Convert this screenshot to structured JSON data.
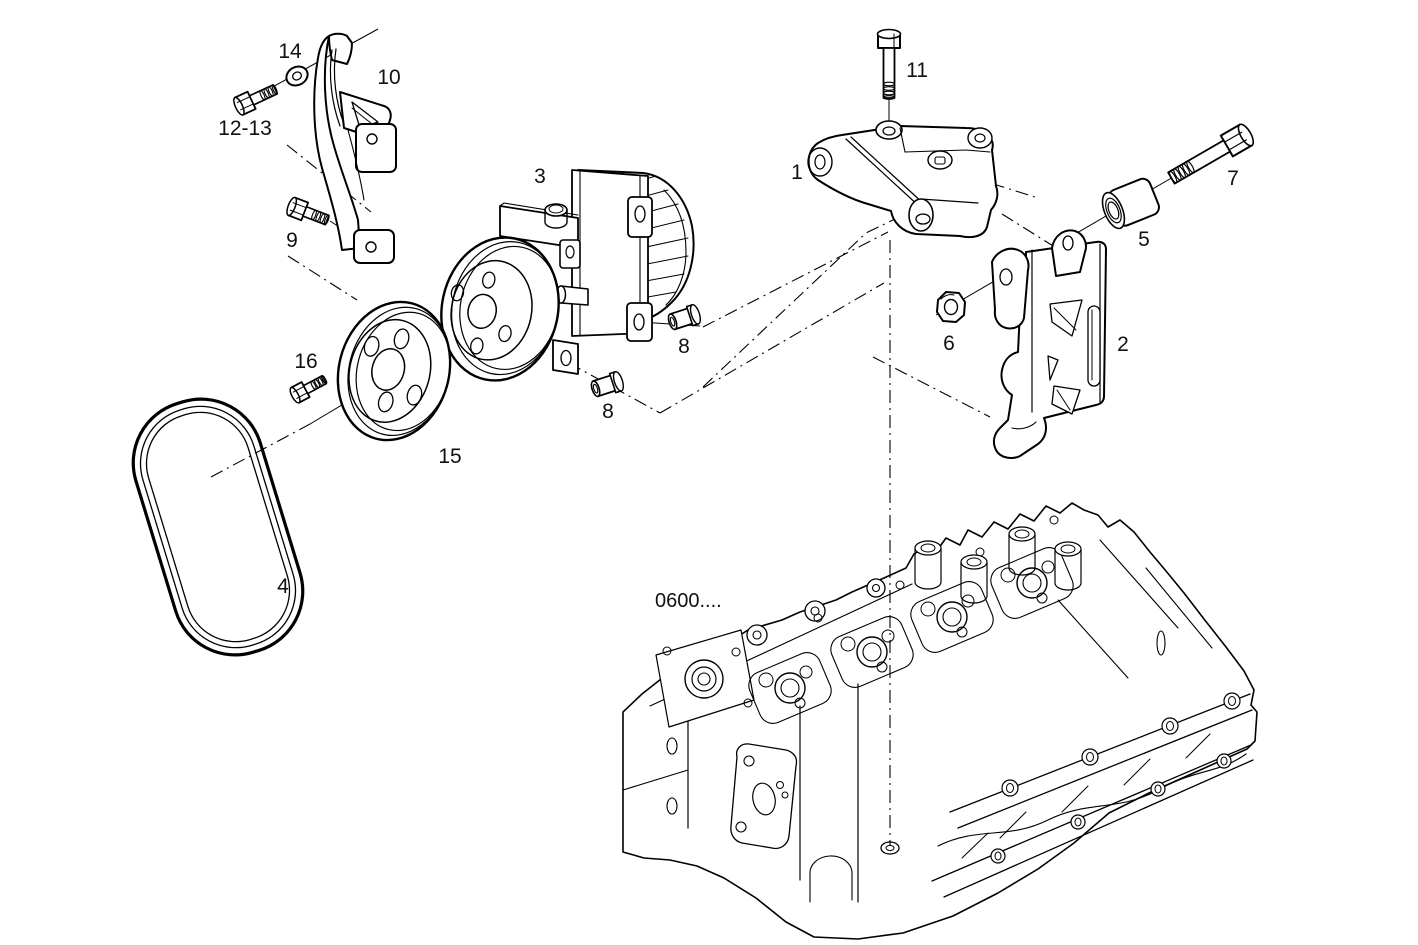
{
  "colors": {
    "background": "#ffffff",
    "line": "#000000",
    "text": "#111111"
  },
  "labels": {
    "p1": "1",
    "p2": "2",
    "p3": "3",
    "p4": "4",
    "p5": "5",
    "p6": "6",
    "p7": "7",
    "p8_upper": "8",
    "p8_lower": "8",
    "p9": "9",
    "p10": "10",
    "p11": "11",
    "p12_13": "12-13",
    "p14": "14",
    "p15": "15",
    "p16": "16",
    "ref": "0600...."
  },
  "parts": [
    {
      "id": "1",
      "name": "upper-mounting-bracket"
    },
    {
      "id": "2",
      "name": "side-mounting-bracket"
    },
    {
      "id": "3",
      "name": "compressor"
    },
    {
      "id": "4",
      "name": "drive-belt"
    },
    {
      "id": "5",
      "name": "spacer-bush"
    },
    {
      "id": "6",
      "name": "hex-nut"
    },
    {
      "id": "7",
      "name": "hex-bolt-long"
    },
    {
      "id": "8",
      "name": "rubber-bushing"
    },
    {
      "id": "9",
      "name": "hex-bolt"
    },
    {
      "id": "10",
      "name": "curved-support-bracket"
    },
    {
      "id": "11",
      "name": "cap-screw"
    },
    {
      "id": "12-13",
      "name": "hex-bolt-with-washer"
    },
    {
      "id": "14",
      "name": "washer"
    },
    {
      "id": "15",
      "name": "pulley"
    },
    {
      "id": "16",
      "name": "pulley-bolt"
    },
    {
      "id": "0600....",
      "name": "cylinder-head-reference"
    }
  ]
}
